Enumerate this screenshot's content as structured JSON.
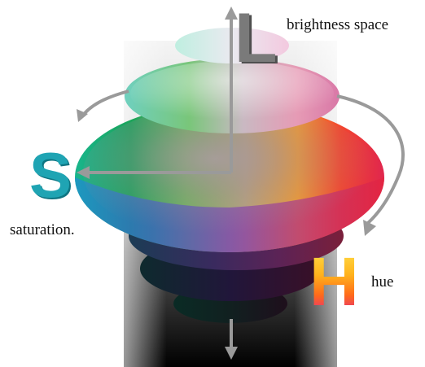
{
  "labels": {
    "brightness": "brightness space",
    "saturation": "saturation.",
    "hue": "hue"
  },
  "axis_letters": {
    "brightness": "L",
    "saturation": "S",
    "hue": "H"
  },
  "colors": {
    "axis_arrow": "#9a9a9a",
    "letter_L": "#7a7a7a",
    "letter_S": "#1fa4b3",
    "letter_H_top": "#ffe04a",
    "letter_H_bottom": "#e0238a"
  },
  "icons": [
    "up-arrow-icon",
    "down-arrow-icon",
    "left-arrow-icon",
    "curved-arrow-icon"
  ]
}
